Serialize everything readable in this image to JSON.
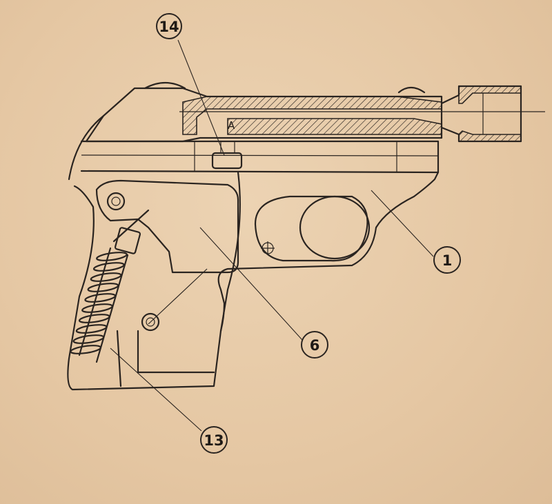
{
  "callouts": [
    {
      "id": "c14",
      "label": "14"
    },
    {
      "id": "c1",
      "label": "1"
    },
    {
      "id": "c6",
      "label": "6"
    },
    {
      "id": "c13",
      "label": "13"
    }
  ],
  "section_mark": "A",
  "colors": {
    "paper": "#e7cba9",
    "ink": "#2a2420"
  }
}
